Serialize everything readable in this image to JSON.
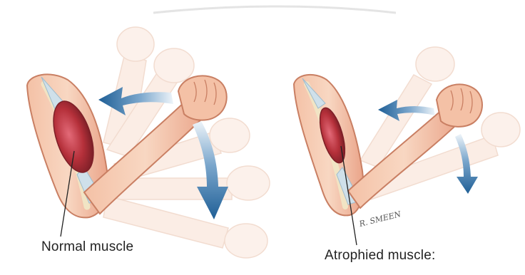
{
  "labels": {
    "normal": "Normal muscle",
    "atrophied": "Atrophied muscle:"
  },
  "signature": "R. SMEEN",
  "colors": {
    "skin": "#f6d2b8",
    "skin_shadow": "#e8a98a",
    "skin_outline": "#c97f63",
    "arm_muscle": "#e08a6a",
    "muscle_red": "#b5303a",
    "muscle_highlight": "#d9596a",
    "tendon": "#cfe0ea",
    "bone": "#f1e4c4",
    "arrow_dark": "#1f5f96",
    "arrow_light": "#e7eff6"
  }
}
